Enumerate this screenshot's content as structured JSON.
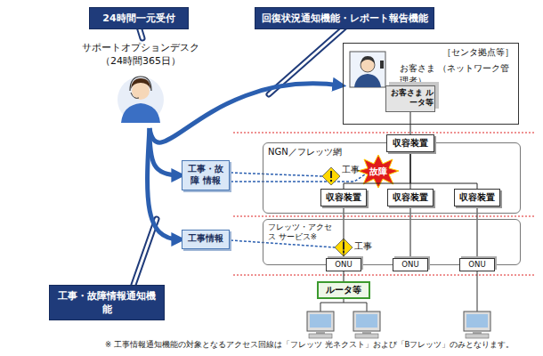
{
  "diagram": {
    "caption": "※ 工事情報通知機能の対象となるアクセス回線は「フレッツ 光ネクスト」および「Bフレッツ」のみとなります。",
    "nodes": [
      {
        "text": [
          "24時間一元受付"
        ]
      },
      {
        "text": [
          "回復状況通知機能・レポート報告機能"
        ]
      },
      {
        "text": [
          "サポートオプションデスク（24時間365日）"
        ]
      },
      {
        "text": [
          "［センタ拠点等］",
          "お客さま （ネットワーク管理者）"
        ]
      },
      {
        "text": [
          "お客さま ルータ等"
        ],
        "in": 3
      },
      {
        "text": [
          "NGN／フレッツ網"
        ]
      },
      {
        "text": [
          "収容装置"
        ],
        "in": 5
      },
      {
        "text": [
          "収容装置"
        ],
        "in": 5
      },
      {
        "text": [
          "収容装置"
        ],
        "in": 5
      },
      {
        "text": [
          "収容装置"
        ],
        "in": 5
      },
      {
        "text": [
          "工事・故障 情報"
        ]
      },
      {
        "text": [
          "工事情報"
        ]
      },
      {
        "text": [
          "フレッツ・アクセス サービス※"
        ]
      },
      {
        "text": [
          "ONU"
        ],
        "in": 12
      },
      {
        "text": [
          "ONU"
        ],
        "in": 12
      },
      {
        "text": [
          "ONU"
        ],
        "in": 12
      },
      {
        "text": [
          "ルータ等"
        ]
      },
      {
        "text": [
          "工事・故障情報通知機能"
        ]
      }
    ],
    "edges": [
      {
        "from": 2,
        "to": 3,
        "arrow": "to"
      },
      {
        "from": 2,
        "to": 10,
        "arrow": "to"
      },
      {
        "from": 2,
        "to": 11,
        "arrow": "to"
      },
      {
        "from": 4,
        "to": 6,
        "arrow": "none"
      },
      {
        "from": 6,
        "to": 7,
        "arrow": "none"
      },
      {
        "from": 6,
        "to": 8,
        "arrow": "none"
      },
      {
        "from": 6,
        "to": 9,
        "arrow": "none"
      },
      {
        "from": 7,
        "to": 13,
        "arrow": "none"
      },
      {
        "from": 8,
        "to": 14,
        "arrow": "none"
      },
      {
        "from": 9,
        "to": 15,
        "arrow": "none"
      },
      {
        "from": 13,
        "to": 16,
        "arrow": "none"
      }
    ],
    "labels": [
      "工事",
      "故障",
      "工事"
    ]
  }
}
